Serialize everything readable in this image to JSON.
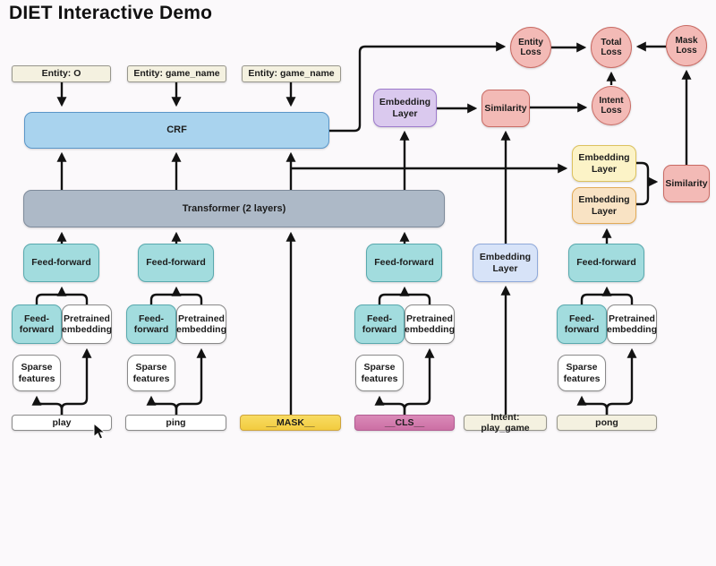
{
  "title": "DIET Interactive Demo",
  "labels": {
    "crf": "CRF",
    "transformer": "Transformer (2 layers)",
    "feed_forward": "Feed-forward",
    "pretrained_embedding": "Pretrained embedding",
    "sparse_features": "Sparse features",
    "embedding_layer": "Embedding Layer",
    "similarity": "Similarity",
    "entity_loss": "Entity Loss",
    "total_loss": "Total Loss",
    "mask_loss": "Mask Loss",
    "intent_loss": "Intent Loss"
  },
  "entity_labels": [
    "Entity: O",
    "Entity: game_name",
    "Entity: game_name"
  ],
  "tokens": [
    "play",
    "ping",
    "__MASK__",
    "__CLS__",
    "Intent: play_game",
    "pong"
  ],
  "colors": {
    "crf_fill": "#a9d3ee",
    "transformer_fill": "#adb9c7",
    "feed_forward_fill": "#a2dcde",
    "loss_fill": "#f3bab6",
    "embedding_purple": "#dac9ee",
    "embedding_lightblue": "#d7e3f8",
    "embedding_yellow": "#fcf3c7",
    "embedding_orange": "#f9e3c4",
    "mask_token_fill": "#f2cc3f",
    "cls_token_fill": "#cc6fa4",
    "label_fill": "#f4f1e0",
    "arrow": "#121212"
  }
}
